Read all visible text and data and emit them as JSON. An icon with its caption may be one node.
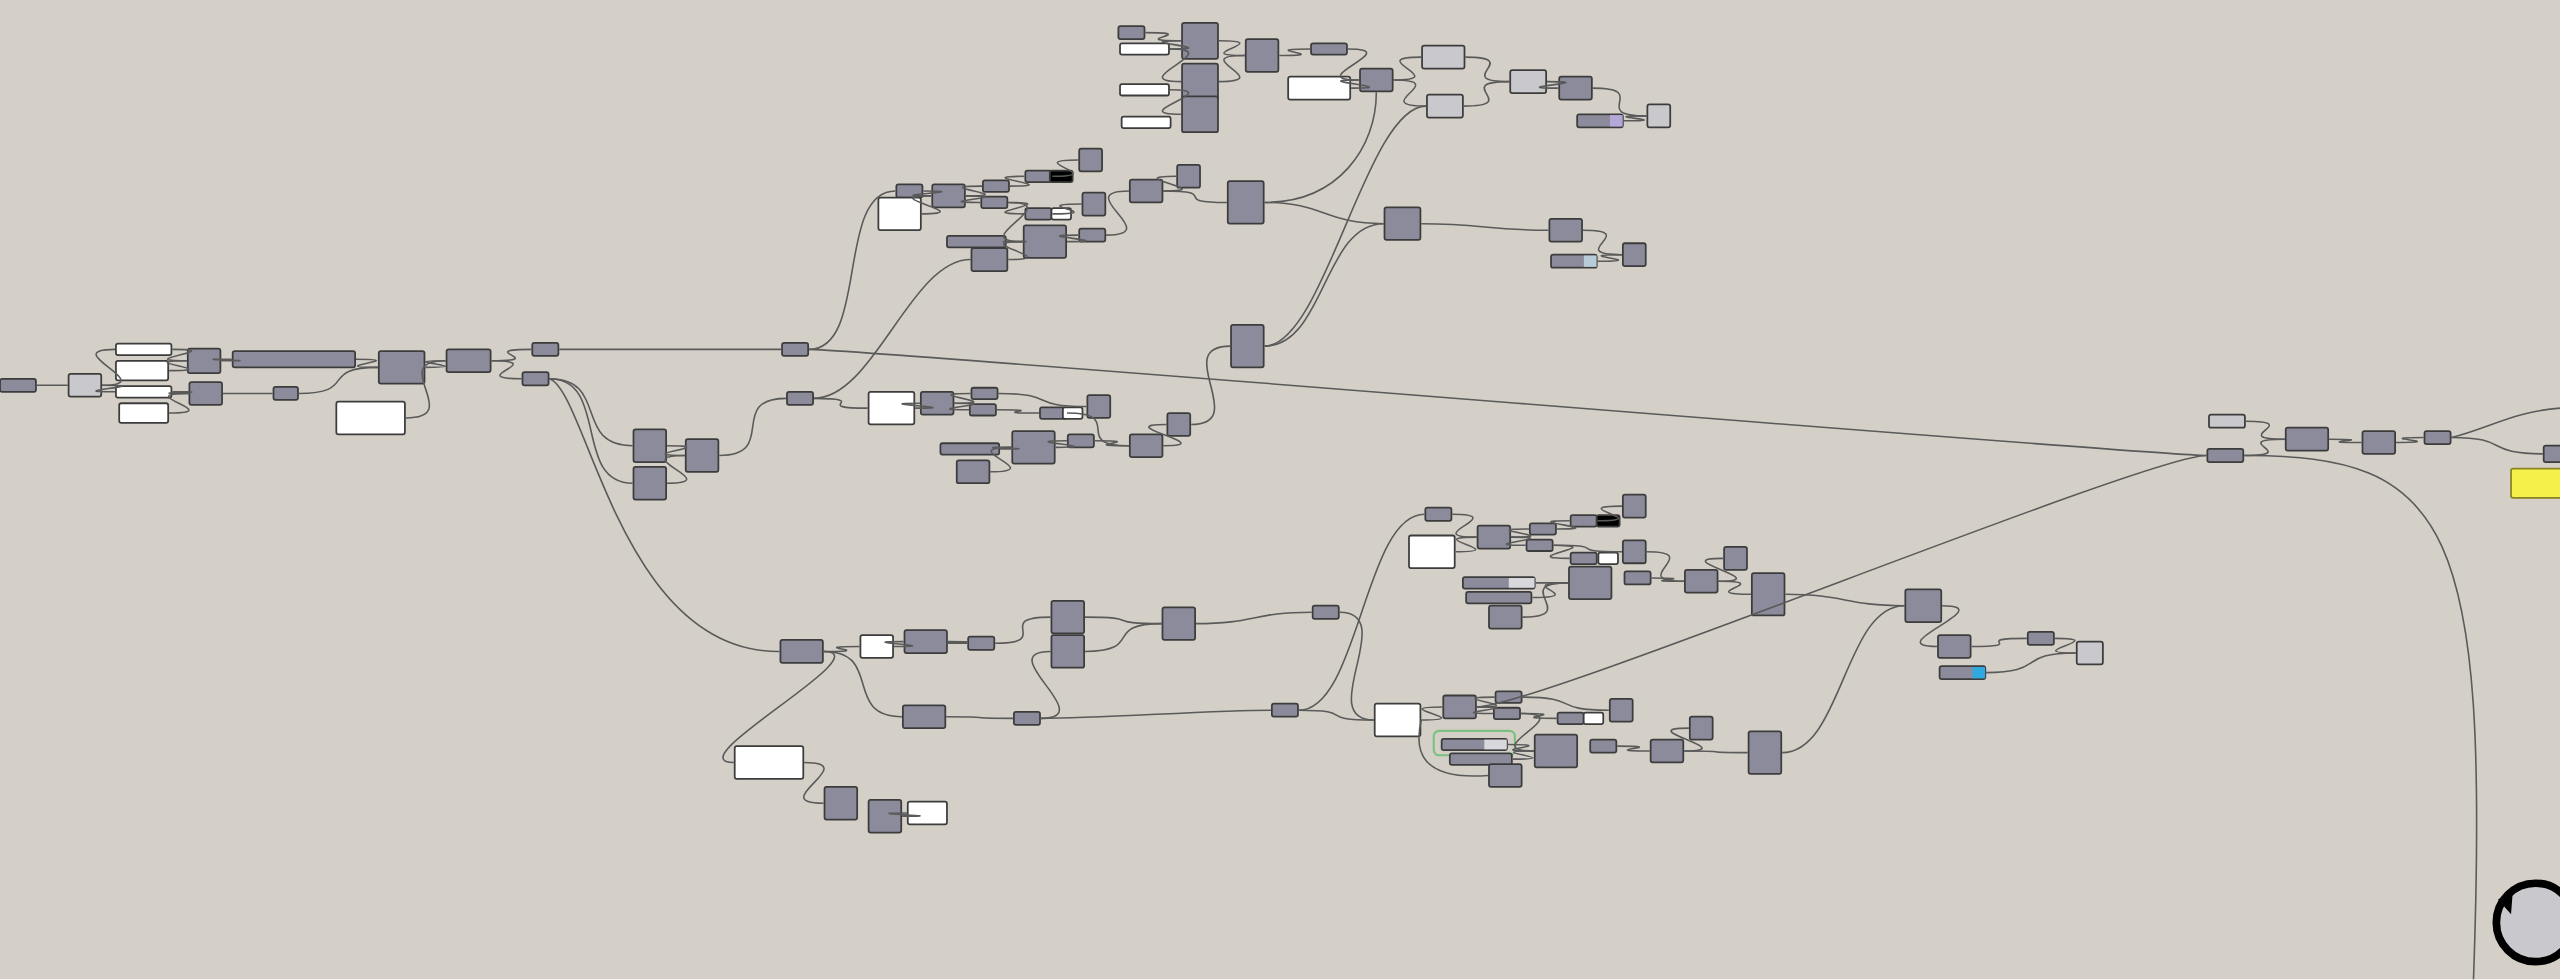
{
  "diagram": {
    "nodes": [
      {
        "text": [],
        "shape": "box"
      },
      {
        "text": [],
        "shape": "box"
      },
      {
        "text": [],
        "shape": "box"
      },
      {
        "text": [],
        "shape": "box"
      },
      {
        "text": [],
        "shape": "box"
      },
      {
        "text": [],
        "shape": "box"
      },
      {
        "text": [],
        "shape": "box"
      },
      {
        "text": [],
        "shape": "box"
      },
      {
        "text": [],
        "shape": "box"
      },
      {
        "text": [],
        "shape": "box"
      },
      {
        "text": [],
        "shape": "box"
      },
      {
        "text": [],
        "shape": "box"
      },
      {
        "text": [],
        "shape": "box"
      },
      {
        "text": [],
        "shape": "box"
      },
      {
        "text": [],
        "shape": "box"
      },
      {
        "text": [],
        "shape": "box"
      },
      {
        "text": [],
        "shape": "box"
      },
      {
        "text": [],
        "shape": "box"
      },
      {
        "text": [],
        "shape": "box"
      },
      {
        "text": [],
        "shape": "box"
      },
      {
        "text": [],
        "shape": "box"
      },
      {
        "text": [],
        "shape": "box"
      },
      {
        "text": [],
        "shape": "box"
      },
      {
        "text": [],
        "shape": "box"
      },
      {
        "text": [],
        "shape": "box"
      },
      {
        "text": [],
        "shape": "box"
      },
      {
        "text": [],
        "shape": "box"
      },
      {
        "text": [],
        "shape": "box"
      },
      {
        "text": [],
        "shape": "box"
      },
      {
        "text": [],
        "shape": "box"
      },
      {
        "text": [],
        "shape": "box"
      },
      {
        "text": [],
        "shape": "box"
      },
      {
        "text": [],
        "shape": "box"
      },
      {
        "text": [],
        "shape": "box"
      },
      {
        "text": [],
        "shape": "box"
      },
      {
        "text": [],
        "shape": "box"
      },
      {
        "text": [],
        "shape": "box"
      },
      {
        "text": [],
        "shape": "box"
      },
      {
        "text": [],
        "shape": "box"
      },
      {
        "text": [],
        "shape": "box"
      },
      {
        "text": [],
        "shape": "box"
      },
      {
        "text": [],
        "shape": "box"
      },
      {
        "text": [],
        "shape": "box"
      },
      {
        "text": [],
        "shape": "box"
      },
      {
        "text": [],
        "shape": "box"
      },
      {
        "text": [],
        "shape": "box"
      },
      {
        "text": [],
        "shape": "box"
      },
      {
        "text": [],
        "shape": "box"
      },
      {
        "text": [],
        "shape": "box"
      },
      {
        "text": [],
        "shape": "box"
      },
      {
        "text": [],
        "shape": "box"
      },
      {
        "text": [],
        "shape": "box"
      },
      {
        "text": [],
        "shape": "box"
      },
      {
        "text": [],
        "shape": "box"
      },
      {
        "text": [],
        "shape": "box"
      },
      {
        "text": [],
        "shape": "box"
      },
      {
        "text": [],
        "shape": "box"
      },
      {
        "text": [],
        "shape": "box"
      },
      {
        "text": [],
        "shape": "box"
      },
      {
        "text": [],
        "shape": "box"
      },
      {
        "text": [],
        "shape": "box"
      },
      {
        "text": [],
        "shape": "box"
      },
      {
        "text": [],
        "shape": "box"
      },
      {
        "text": [],
        "shape": "box"
      },
      {
        "text": [],
        "shape": "box"
      },
      {
        "text": [],
        "shape": "box"
      },
      {
        "text": [],
        "shape": "box"
      },
      {
        "text": [],
        "shape": "box"
      },
      {
        "text": [],
        "shape": "box"
      },
      {
        "text": [],
        "shape": "box"
      },
      {
        "text": [],
        "shape": "box"
      },
      {
        "text": [],
        "shape": "box"
      },
      {
        "text": [],
        "shape": "box"
      },
      {
        "text": [],
        "shape": "box"
      },
      {
        "text": [],
        "shape": "box"
      },
      {
        "text": [],
        "shape": "box"
      },
      {
        "text": [],
        "shape": "box"
      },
      {
        "text": [],
        "shape": "box"
      },
      {
        "text": [],
        "shape": "box"
      },
      {
        "text": [],
        "shape": "box"
      },
      {
        "text": [],
        "shape": "circle"
      },
      {
        "text": [],
        "shape": "box"
      },
      {
        "text": [],
        "shape": "box"
      },
      {
        "text": [],
        "shape": "box"
      },
      {
        "text": [],
        "shape": "box"
      },
      {
        "text": [],
        "shape": "box"
      },
      {
        "text": [],
        "shape": "box"
      },
      {
        "text": [],
        "shape": "box"
      },
      {
        "text": [],
        "shape": "box"
      },
      {
        "text": [],
        "shape": "box"
      },
      {
        "text": [],
        "shape": "box"
      },
      {
        "text": [],
        "shape": "box"
      },
      {
        "text": [],
        "shape": "box"
      },
      {
        "text": [],
        "shape": "box"
      },
      {
        "text": [],
        "shape": "box"
      },
      {
        "text": [],
        "shape": "box"
      },
      {
        "text": [],
        "shape": "box"
      },
      {
        "text": [],
        "shape": "box"
      },
      {
        "text": [],
        "shape": "box"
      },
      {
        "text": [],
        "shape": "box"
      },
      {
        "text": [],
        "shape": "box"
      },
      {
        "text": [],
        "shape": "box"
      },
      {
        "text": [],
        "shape": "box"
      },
      {
        "text": [],
        "shape": "box"
      },
      {
        "text": [],
        "shape": "box"
      },
      {
        "text": [],
        "shape": "box"
      },
      {
        "text": [],
        "shape": "box"
      },
      {
        "text": [],
        "shape": "box"
      },
      {
        "text": [],
        "shape": "box"
      },
      {
        "text": [],
        "shape": "box"
      },
      {
        "text": [],
        "shape": "box"
      },
      {
        "text": [],
        "shape": "box"
      },
      {
        "text": [],
        "shape": "box"
      },
      {
        "text": [],
        "shape": "box"
      },
      {
        "text": [],
        "shape": "box"
      },
      {
        "text": [],
        "shape": "box"
      },
      {
        "text": [],
        "shape": "box"
      },
      {
        "text": [],
        "shape": "box"
      },
      {
        "text": [],
        "shape": "box"
      },
      {
        "text": [],
        "shape": "box"
      },
      {
        "text": [],
        "shape": "box"
      },
      {
        "text": [],
        "shape": "box"
      },
      {
        "text": [],
        "shape": "box"
      },
      {
        "text": [],
        "shape": "box"
      },
      {
        "text": [],
        "shape": "box"
      },
      {
        "text": [],
        "shape": "box"
      },
      {
        "text": [],
        "shape": "box"
      },
      {
        "text": [],
        "shape": "box"
      },
      {
        "text": [],
        "shape": "box"
      },
      {
        "text": [],
        "shape": "box"
      },
      {
        "text": [],
        "shape": "box"
      },
      {
        "text": [],
        "shape": "box"
      },
      {
        "text": [],
        "shape": "box"
      },
      {
        "text": [],
        "shape": "box"
      },
      {
        "text": [],
        "shape": "box"
      }
    ],
    "edges": [
      {
        "from": 0,
        "to": 1,
        "arrow": "none"
      },
      {
        "from": 1,
        "to": 2,
        "arrow": "none"
      },
      {
        "from": 1,
        "to": 4,
        "arrow": "none"
      },
      {
        "from": 2,
        "to": 6,
        "arrow": "none"
      },
      {
        "from": 3,
        "to": 6,
        "arrow": "none"
      },
      {
        "from": 4,
        "to": 8,
        "arrow": "none"
      },
      {
        "from": 5,
        "to": 8,
        "arrow": "none"
      },
      {
        "from": 6,
        "to": 7,
        "arrow": "none"
      },
      {
        "from": 7,
        "to": 11,
        "arrow": "none"
      },
      {
        "from": 8,
        "to": 9,
        "arrow": "none"
      },
      {
        "from": 9,
        "to": 11,
        "arrow": "none"
      },
      {
        "from": 10,
        "to": 12,
        "arrow": "none"
      },
      {
        "from": 11,
        "to": 12,
        "arrow": "none"
      },
      {
        "from": 12,
        "to": 13,
        "arrow": "none"
      },
      {
        "from": 12,
        "to": 14,
        "arrow": "none"
      },
      {
        "from": 13,
        "to": 18,
        "arrow": "none"
      },
      {
        "from": 14,
        "to": 15,
        "arrow": "none"
      },
      {
        "from": 14,
        "to": 16,
        "arrow": "none"
      },
      {
        "from": 15,
        "to": 17,
        "arrow": "none"
      },
      {
        "from": 16,
        "to": 17,
        "arrow": "none"
      },
      {
        "from": 14,
        "to": 81,
        "arrow": "none"
      },
      {
        "from": 17,
        "to": 19,
        "arrow": "none"
      },
      {
        "from": 18,
        "to": 20,
        "arrow": "none"
      },
      {
        "from": 18,
        "to": 74,
        "arrow": "none"
      },
      {
        "from": 19,
        "to": 60,
        "arrow": "none"
      },
      {
        "from": 19,
        "to": 33,
        "arrow": "none"
      },
      {
        "from": 20,
        "to": 22,
        "arrow": "none"
      },
      {
        "from": 21,
        "to": 22,
        "arrow": "none"
      },
      {
        "from": 22,
        "to": 23,
        "arrow": "none"
      },
      {
        "from": 22,
        "to": 24,
        "arrow": "none"
      },
      {
        "from": 23,
        "to": 25,
        "arrow": "none"
      },
      {
        "from": 25,
        "to": 27,
        "arrow": "none"
      },
      {
        "from": 24,
        "to": 28,
        "arrow": "none"
      },
      {
        "from": 28,
        "to": 30,
        "arrow": "none"
      },
      {
        "from": 24,
        "to": 31,
        "arrow": "none"
      },
      {
        "from": 32,
        "to": 31,
        "arrow": "none"
      },
      {
        "from": 33,
        "to": 31,
        "arrow": "none"
      },
      {
        "from": 31,
        "to": 34,
        "arrow": "none"
      },
      {
        "from": 34,
        "to": 35,
        "arrow": "none"
      },
      {
        "from": 35,
        "to": 36,
        "arrow": "none"
      },
      {
        "from": 35,
        "to": 37,
        "arrow": "none"
      },
      {
        "from": 37,
        "to": 48,
        "arrow": "none"
      },
      {
        "from": 37,
        "to": 55,
        "arrow": "none"
      },
      {
        "from": 38,
        "to": 40,
        "arrow": "none"
      },
      {
        "from": 39,
        "to": 40,
        "arrow": "none"
      },
      {
        "from": 39,
        "to": 42,
        "arrow": "none"
      },
      {
        "from": 41,
        "to": 44,
        "arrow": "none"
      },
      {
        "from": 40,
        "to": 45,
        "arrow": "none"
      },
      {
        "from": 42,
        "to": 45,
        "arrow": "none"
      },
      {
        "from": 45,
        "to": 46,
        "arrow": "none"
      },
      {
        "from": 46,
        "to": 48,
        "arrow": "none"
      },
      {
        "from": 47,
        "to": 48,
        "arrow": "none"
      },
      {
        "from": 48,
        "to": 49,
        "arrow": "none"
      },
      {
        "from": 48,
        "to": 50,
        "arrow": "none"
      },
      {
        "from": 59,
        "to": 50,
        "arrow": "none"
      },
      {
        "from": 49,
        "to": 51,
        "arrow": "none"
      },
      {
        "from": 50,
        "to": 51,
        "arrow": "none"
      },
      {
        "from": 51,
        "to": 52,
        "arrow": "none"
      },
      {
        "from": 52,
        "to": 54,
        "arrow": "none"
      },
      {
        "from": 53,
        "to": 54,
        "arrow": "none"
      },
      {
        "from": 55,
        "to": 56,
        "arrow": "none"
      },
      {
        "from": 56,
        "to": 58,
        "arrow": "none"
      },
      {
        "from": 57,
        "to": 58,
        "arrow": "none"
      },
      {
        "from": 59,
        "to": 55,
        "arrow": "none"
      },
      {
        "from": 72,
        "to": 59,
        "arrow": "none"
      },
      {
        "from": 60,
        "to": 61,
        "arrow": "none"
      },
      {
        "from": 61,
        "to": 62,
        "arrow": "none"
      },
      {
        "from": 61,
        "to": 63,
        "arrow": "none"
      },
      {
        "from": 62,
        "to": 69,
        "arrow": "none"
      },
      {
        "from": 63,
        "to": 67,
        "arrow": "none"
      },
      {
        "from": 64,
        "to": 66,
        "arrow": "none"
      },
      {
        "from": 65,
        "to": 66,
        "arrow": "none"
      },
      {
        "from": 66,
        "to": 70,
        "arrow": "none"
      },
      {
        "from": 70,
        "to": 71,
        "arrow": "none"
      },
      {
        "from": 67,
        "to": 71,
        "arrow": "none"
      },
      {
        "from": 71,
        "to": 72,
        "arrow": "none"
      },
      {
        "from": 81,
        "to": 82,
        "arrow": "none"
      },
      {
        "from": 82,
        "to": 83,
        "arrow": "none"
      },
      {
        "from": 83,
        "to": 84,
        "arrow": "none"
      },
      {
        "from": 84,
        "to": 85,
        "arrow": "none"
      },
      {
        "from": 85,
        "to": 87,
        "arrow": "none"
      },
      {
        "from": 86,
        "to": 87,
        "arrow": "none"
      },
      {
        "from": 87,
        "to": 88,
        "arrow": "none"
      },
      {
        "from": 88,
        "to": 96,
        "arrow": "none"
      },
      {
        "from": 81,
        "to": 89,
        "arrow": "none"
      },
      {
        "from": 89,
        "to": 90,
        "arrow": "none"
      },
      {
        "from": 91,
        "to": 92,
        "arrow": "none"
      },
      {
        "from": 81,
        "to": 93,
        "arrow": "none"
      },
      {
        "from": 93,
        "to": 94,
        "arrow": "none"
      },
      {
        "from": 94,
        "to": 86,
        "arrow": "none"
      },
      {
        "from": 94,
        "to": 95,
        "arrow": "none"
      },
      {
        "from": 95,
        "to": 96,
        "arrow": "none"
      },
      {
        "from": 95,
        "to": 97,
        "arrow": "none"
      },
      {
        "from": 97,
        "to": 99,
        "arrow": "none"
      },
      {
        "from": 98,
        "to": 99,
        "arrow": "none"
      },
      {
        "from": 99,
        "to": 100,
        "arrow": "none"
      },
      {
        "from": 99,
        "to": 101,
        "arrow": "none"
      },
      {
        "from": 100,
        "to": 102,
        "arrow": "none"
      },
      {
        "from": 102,
        "to": 104,
        "arrow": "none"
      },
      {
        "from": 101,
        "to": 105,
        "arrow": "none"
      },
      {
        "from": 101,
        "to": 107,
        "arrow": "none"
      },
      {
        "from": 108,
        "to": 111,
        "arrow": "none"
      },
      {
        "from": 109,
        "to": 111,
        "arrow": "none"
      },
      {
        "from": 110,
        "to": 111,
        "arrow": "none"
      },
      {
        "from": 107,
        "to": 113,
        "arrow": "none"
      },
      {
        "from": 112,
        "to": 113,
        "arrow": "none"
      },
      {
        "from": 113,
        "to": 114,
        "arrow": "none"
      },
      {
        "from": 113,
        "to": 115,
        "arrow": "none"
      },
      {
        "from": 115,
        "to": 116,
        "arrow": "none"
      },
      {
        "from": 116,
        "to": 117,
        "arrow": "none"
      },
      {
        "from": 117,
        "to": 118,
        "arrow": "none"
      },
      {
        "from": 118,
        "to": 120,
        "arrow": "none"
      },
      {
        "from": 119,
        "to": 120,
        "arrow": "none"
      },
      {
        "from": 96,
        "to": 121,
        "arrow": "none"
      },
      {
        "from": 121,
        "to": 122,
        "arrow": "none"
      },
      {
        "from": 121,
        "to": 123,
        "arrow": "none"
      },
      {
        "from": 122,
        "to": 126,
        "arrow": "none"
      },
      {
        "from": 123,
        "to": 124,
        "arrow": "none"
      },
      {
        "from": 123,
        "to": 130,
        "arrow": "none"
      },
      {
        "from": 127,
        "to": 130,
        "arrow": "none"
      },
      {
        "from": 128,
        "to": 130,
        "arrow": "none"
      },
      {
        "from": 96,
        "to": 129,
        "arrow": "none"
      },
      {
        "from": 131,
        "to": 132,
        "arrow": "none"
      },
      {
        "from": 132,
        "to": 133,
        "arrow": "none"
      },
      {
        "from": 132,
        "to": 134,
        "arrow": "none"
      },
      {
        "from": 134,
        "to": 116,
        "arrow": "none"
      },
      {
        "from": 121,
        "to": 74,
        "arrow": "none"
      },
      {
        "from": 74,
        "to": 75,
        "arrow": "none"
      },
      {
        "from": 73,
        "to": 75,
        "arrow": "none"
      },
      {
        "from": 75,
        "to": 76,
        "arrow": "none"
      },
      {
        "from": 76,
        "to": 77,
        "arrow": "none"
      },
      {
        "from": 77,
        "to": 78,
        "arrow": "none"
      },
      {
        "from": 74,
        "to": null,
        "arrow": "none"
      },
      {
        "from": 77,
        "to": null,
        "arrow": "none"
      }
    ]
  }
}
